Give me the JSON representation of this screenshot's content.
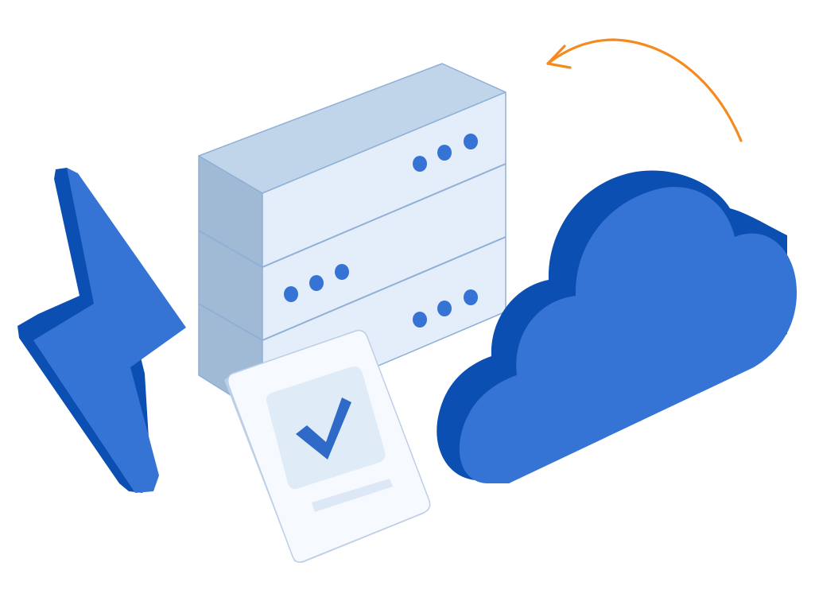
{
  "illustration": {
    "elements": [
      "lightning-bolt-icon",
      "server-stack",
      "checklist-card",
      "cloud-icon",
      "sync-arrow"
    ]
  },
  "colors": {
    "bolt_face": "#3574d4",
    "bolt_side": "#0b4fb3",
    "server_top": "#c0d5ea",
    "server_front": "#e4eefa",
    "server_side": "#a0bad6",
    "server_outline": "#8fb0d6",
    "server_dots": "#3574d4",
    "card_face": "#f6f9fd",
    "card_edge": "#bccfe6",
    "card_inner": "#e0ebf8",
    "card_line": "#dde8f6",
    "check_mark": "#2f6ac9",
    "cloud_face": "#3574d4",
    "cloud_side": "#0b4fb3",
    "arrow": "#f58a1f"
  }
}
